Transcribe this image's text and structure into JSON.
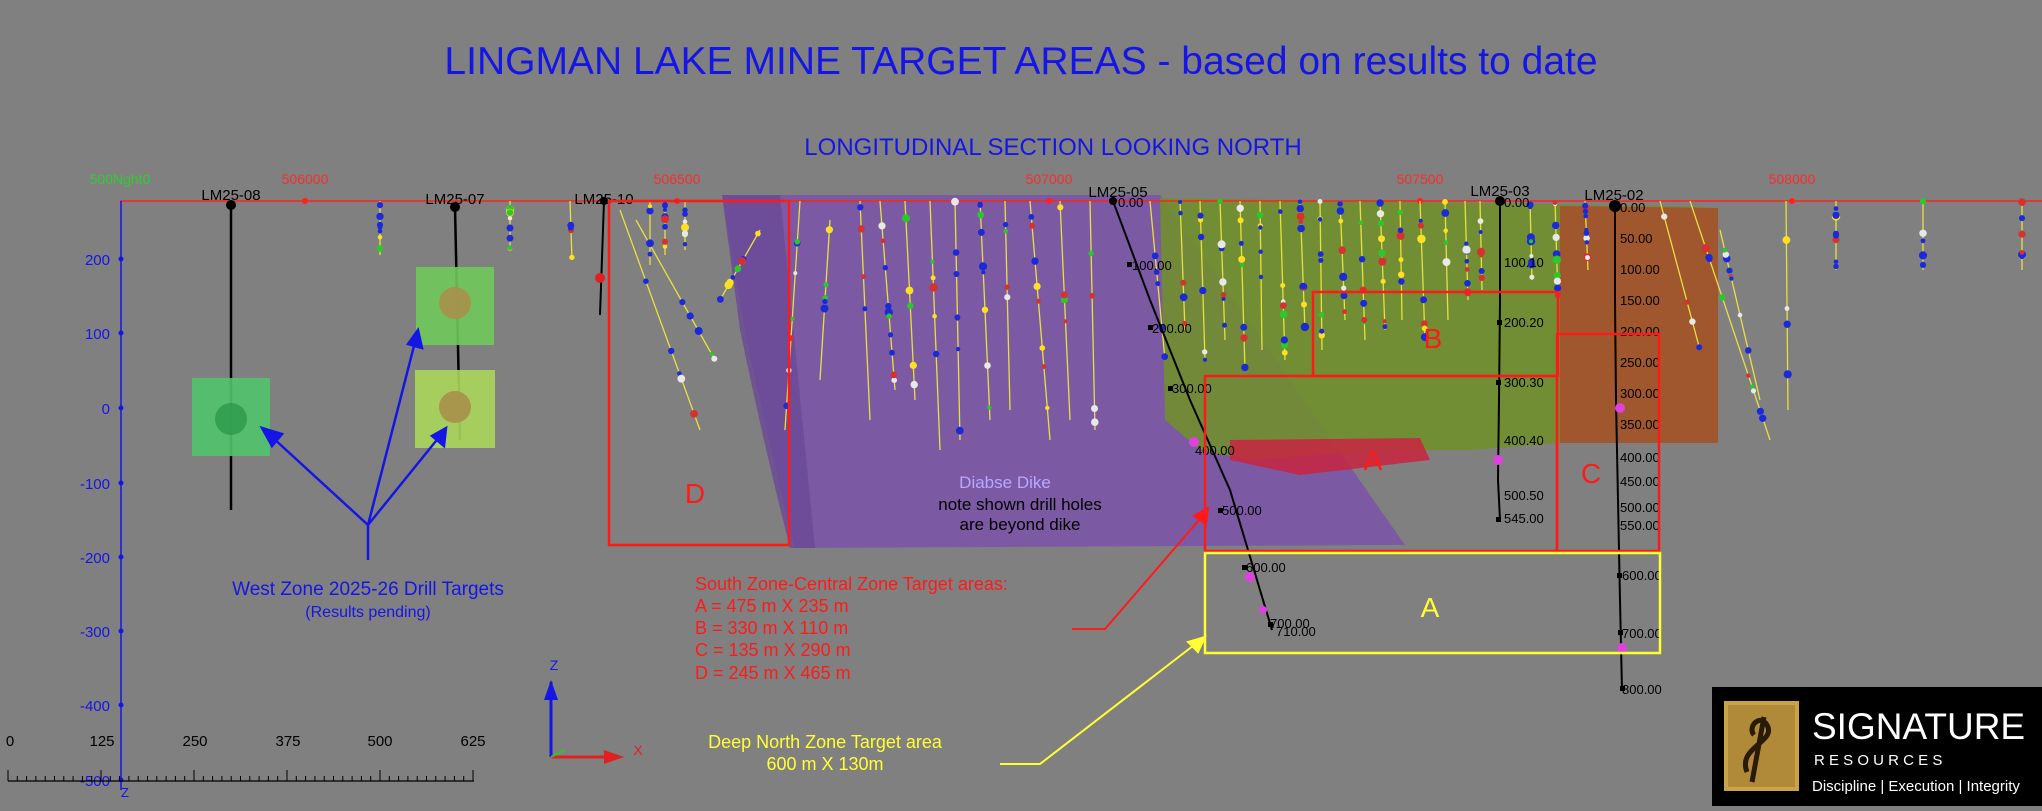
{
  "title": "LINGMAN LAKE MINE TARGET AREAS -  based on results to date",
  "subtitle": "LONGITUDINAL SECTION LOOKING NORTH",
  "easting_labels": [
    "506000",
    "506500",
    "507000",
    "507500",
    "508000"
  ],
  "top_left_label": "500Nght0",
  "elevation_ticks": [
    "200",
    "100",
    "0",
    "-100",
    "-200",
    "-300",
    "-400",
    "-500"
  ],
  "scale_labels": [
    "0",
    "125",
    "250",
    "375",
    "500",
    "625"
  ],
  "hole_labels": {
    "lm25_08": "LM25-08",
    "lm25_07": "LM25-07",
    "lm25_10": "LM25-10",
    "lm25_05": "LM25-05",
    "lm25_03": "LM25-03",
    "lm25_02": "LM25-02"
  },
  "depth_labels": {
    "lm25_05": [
      "0.00",
      "100.00",
      "200.00",
      "300.00",
      "400.00",
      "500.00",
      "600.00",
      "700.00",
      "710.00"
    ],
    "lm25_03": [
      "0.00",
      "100.10",
      "200.20",
      "300.30",
      "400.40",
      "500.50",
      "545.00"
    ],
    "lm25_02": [
      "0.00",
      "50.00",
      "100.00",
      "150.00",
      "200.00",
      "250.00",
      "300.00",
      "350.00",
      "400.00",
      "450.00",
      "500.00",
      "550.00",
      "600.00",
      "700.00",
      "800.00"
    ]
  },
  "zone_letters": {
    "a_upper": "A",
    "a_lower": "A",
    "b": "B",
    "c": "C",
    "d": "D"
  },
  "dike": {
    "name": "Diabse Dike",
    "note_line1": "note shown drill holes",
    "note_line2": "are beyond dike"
  },
  "west_zone": {
    "label": "West Zone 2025-26 Drill Targets",
    "sublabel": "(Results pending)"
  },
  "south_central": {
    "heading": "South Zone-Central Zone Target areas:",
    "lines": [
      "A = 475 m X 235 m",
      "B = 330 m X 110 m",
      "C = 135 m X 290 m",
      "D = 245 m X 465 m"
    ]
  },
  "deep_north": {
    "line1": "Deep North Zone Target area",
    "line2": "600 m X 130m"
  },
  "axis_labels": {
    "z": "Z",
    "x": "X",
    "y": "Z"
  },
  "logo": {
    "name": "SIGNATURE",
    "sub": "R E S O U R C E S",
    "tagline": "Discipline | Execution | Integrity"
  },
  "colors": {
    "background": "#808080",
    "title_blue": "#1515e6",
    "grid_red": "#ff2020",
    "target_red": "#ff1a1a",
    "target_yellow": "#ffff33",
    "dike_purple": "#7a55a6",
    "green_zone": "#6b8a2a",
    "logo_gold": "#c9a24a"
  }
}
